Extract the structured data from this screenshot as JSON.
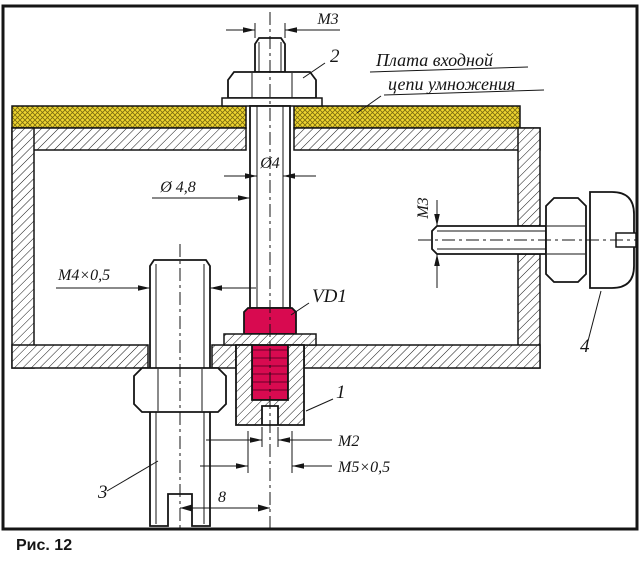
{
  "figure": {
    "caption": "Рис. 12",
    "note_line1": "Плата входной",
    "note_line2": "цепи умножения"
  },
  "dimensions": {
    "m3_top": "M3",
    "dia4": "Ø4",
    "dia4_8": "Ø 4,8",
    "m4x0_5": "M4×0,5",
    "m3_side": "M3",
    "m2": "M2",
    "m5x0_5": "M5×0,5",
    "width_8": "8"
  },
  "parts": {
    "p1": "1",
    "p2": "2",
    "p3": "3",
    "p4": "4",
    "vd1": "VD1"
  },
  "colors": {
    "board_yellow": "#eed52f",
    "board_hatch": "#7a6a10",
    "diode_red": "#d80a50",
    "diode_red_dark": "#7e0030",
    "ink": "#151515",
    "paper": "#ffffff"
  }
}
